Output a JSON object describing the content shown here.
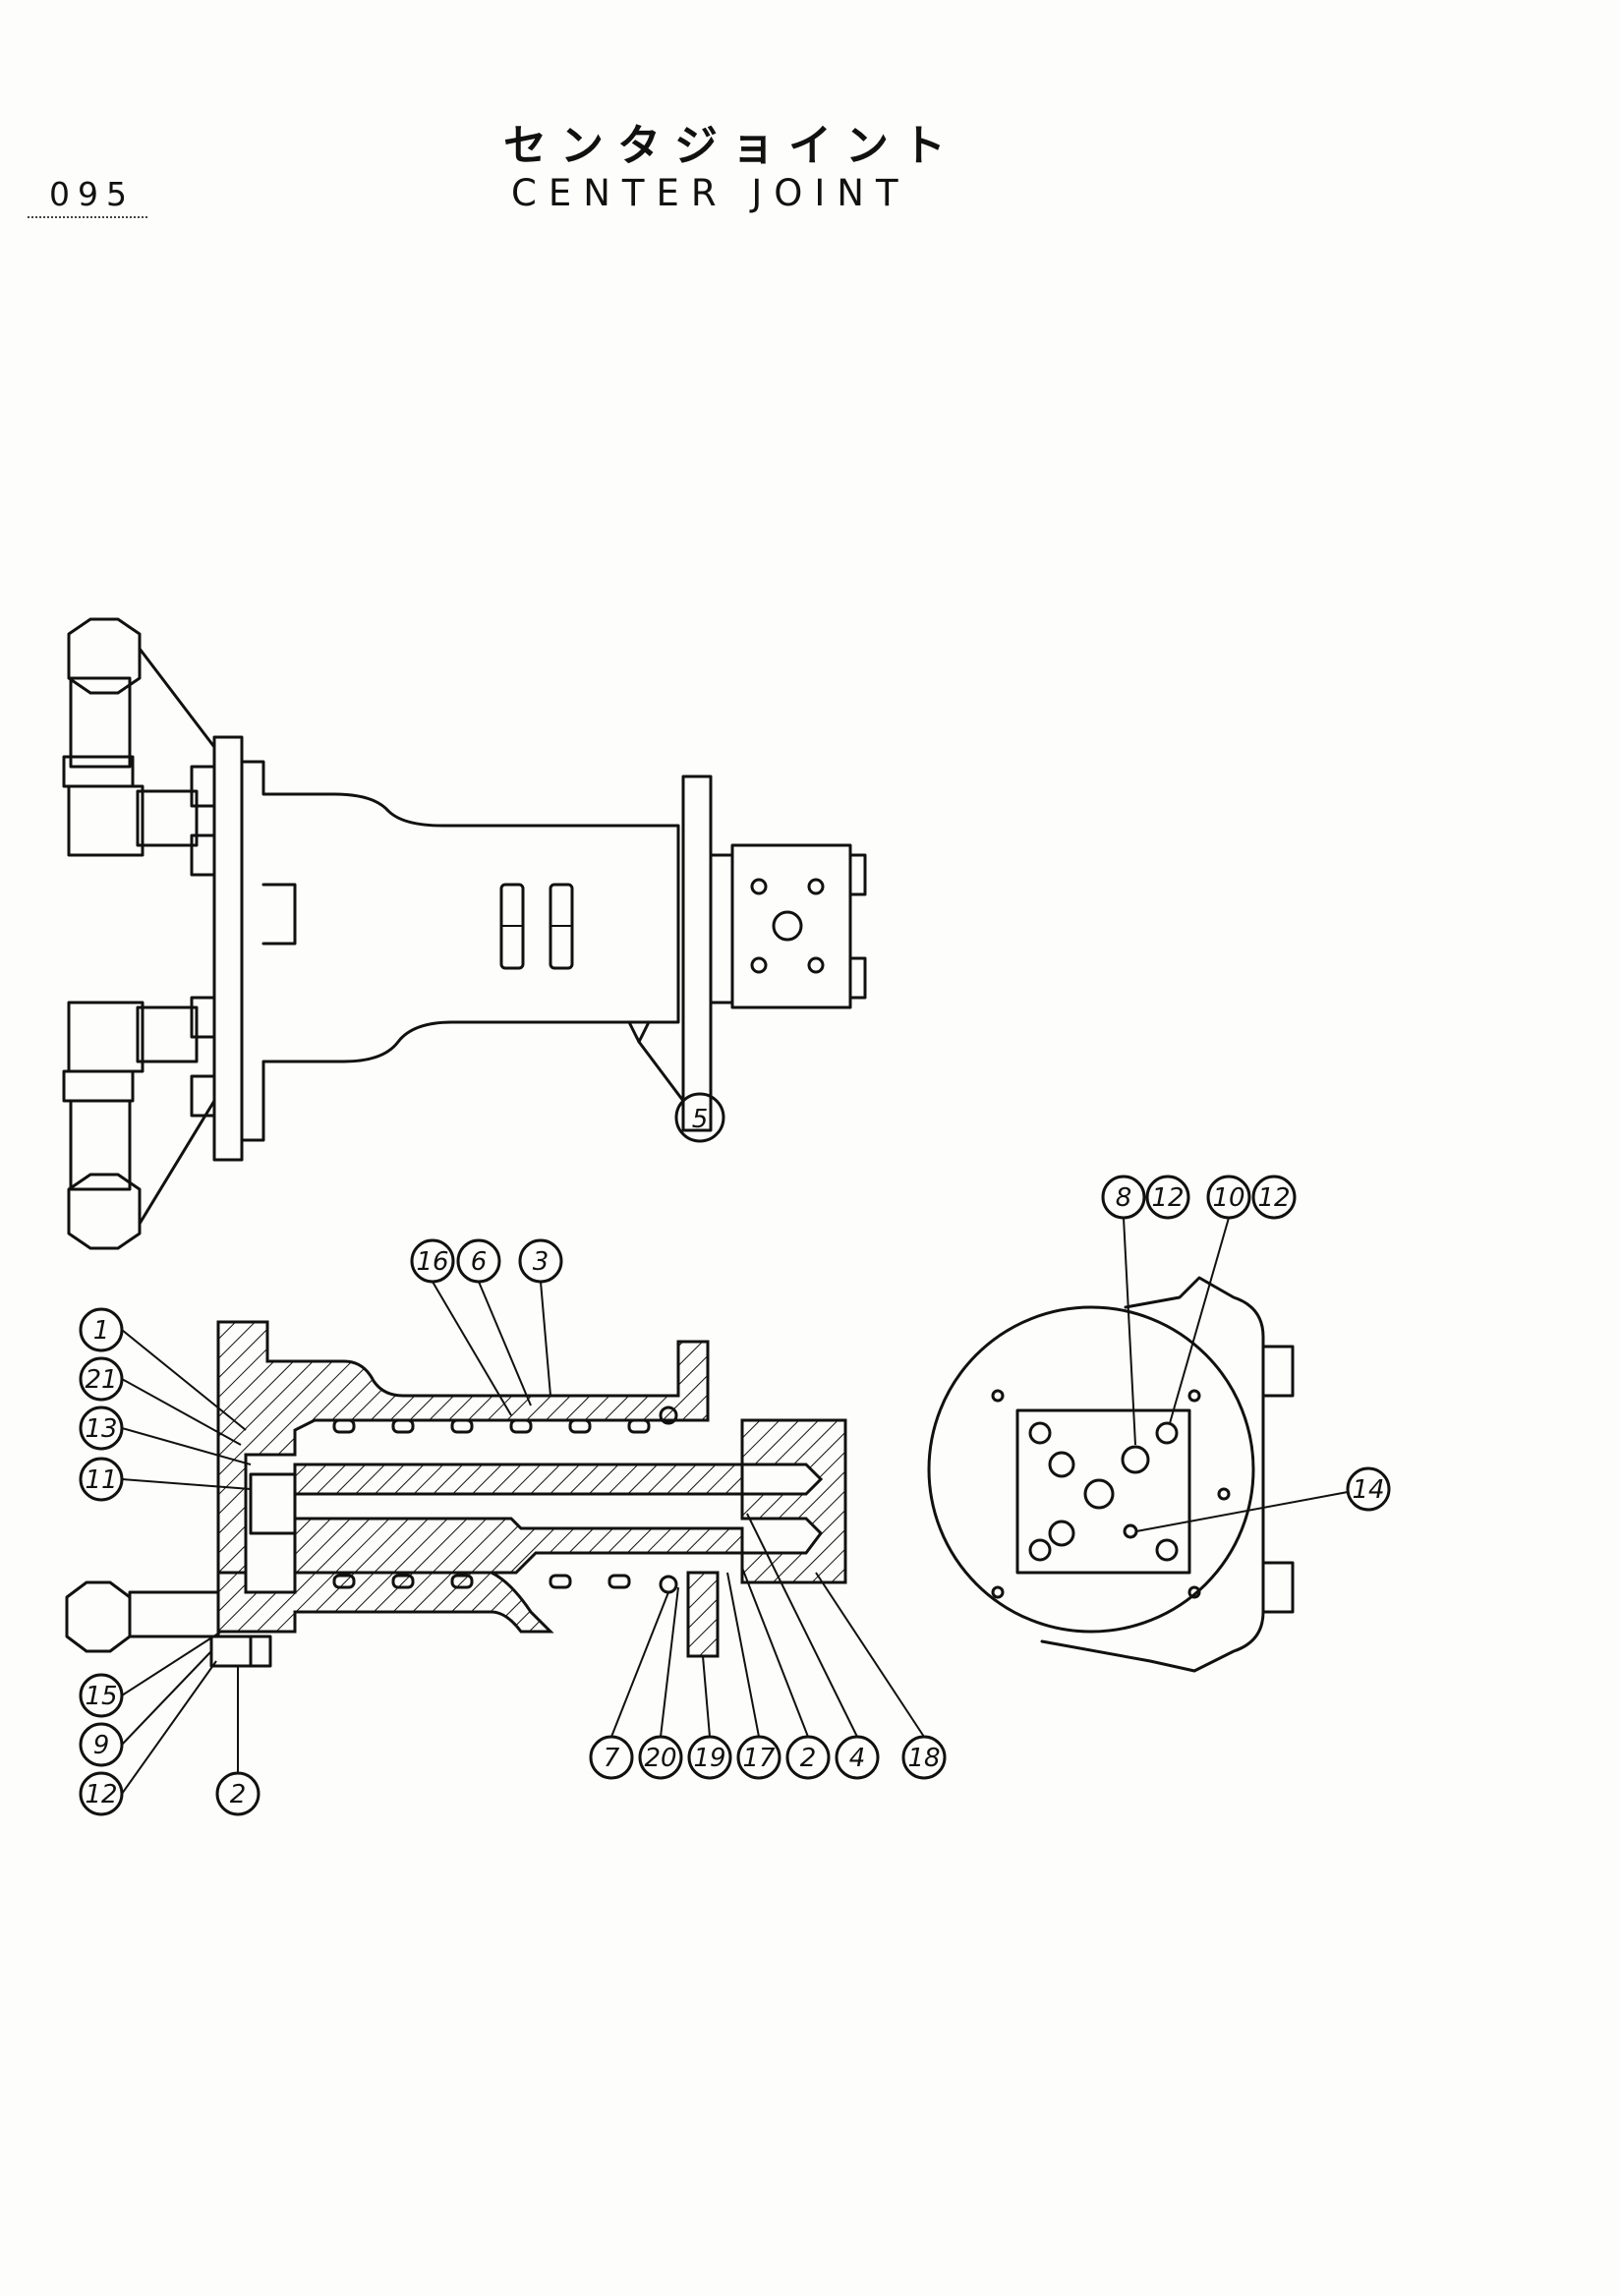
{
  "header": {
    "page_number": "095",
    "title_jp": "センタジョイント",
    "title_en": "CENTER JOINT"
  },
  "views": {
    "top_view": {
      "callouts": [
        "5"
      ]
    },
    "section_view": {
      "callouts_top": [
        "16",
        "6",
        "3"
      ],
      "callouts_left": [
        "1",
        "21",
        "13",
        "11",
        "15",
        "9",
        "12",
        "2"
      ],
      "callouts_bottom": [
        "7",
        "20",
        "19",
        "17",
        "2",
        "4",
        "18"
      ]
    },
    "end_view": {
      "callouts": [
        "8",
        "12",
        "10",
        "12",
        "14"
      ]
    }
  }
}
